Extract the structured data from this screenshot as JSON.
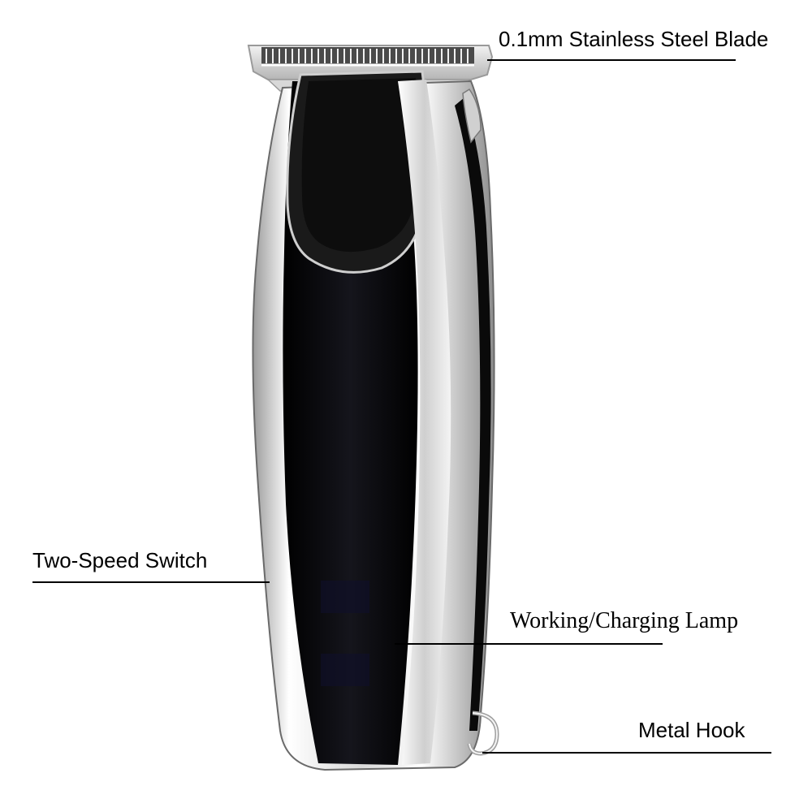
{
  "product": {
    "name": "hair-trimmer",
    "icon": "hair-trimmer-icon"
  },
  "callouts": {
    "blade": "0.1mm Stainless Steel Blade",
    "switch": "Two-Speed Switch",
    "lamp": "Working/Charging Lamp",
    "hook": "Metal Hook"
  },
  "colors": {
    "background": "#ffffff",
    "body_dark": "#07070a",
    "chrome": "#e6e6e6",
    "text": "#000000"
  }
}
